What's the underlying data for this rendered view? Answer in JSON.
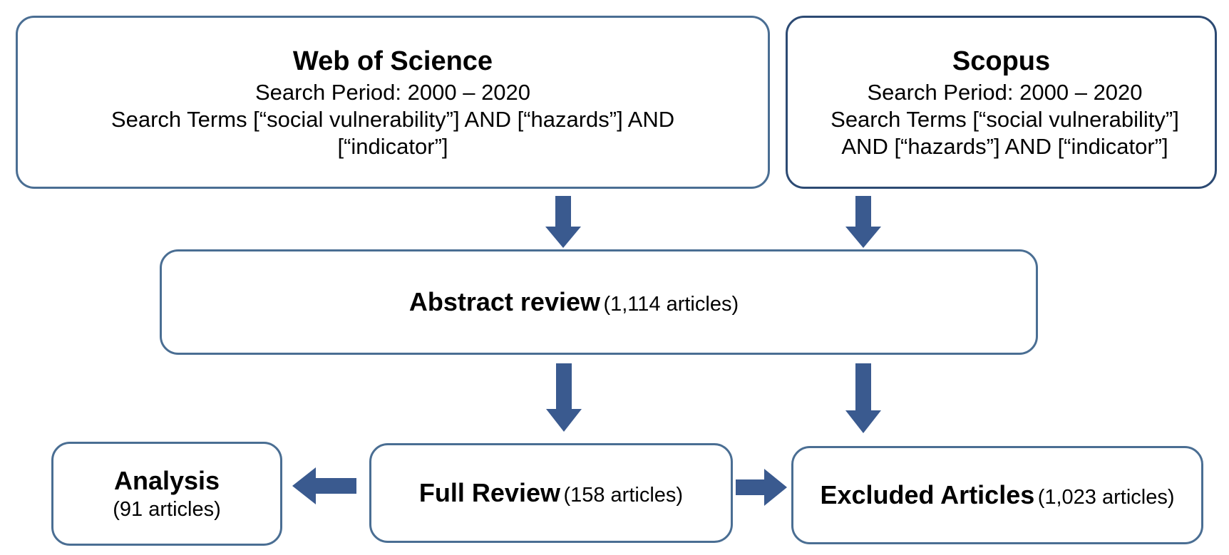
{
  "diagram": {
    "colors": {
      "box_border": "#4a6e93",
      "arrow_fill": "#3a5a8f"
    },
    "web_of_science": {
      "title": "Web of Science",
      "line1": "Search Period: 2000 – 2020",
      "line2": "Search Terms [“social vulnerability”] AND [“hazards”] AND",
      "line3": "[“indicator”]"
    },
    "scopus": {
      "title": "Scopus",
      "line1": "Search Period: 2000 – 2020",
      "line2": "Search Terms [“social vulnerability”]",
      "line3": "AND [“hazards”] AND [“indicator”]"
    },
    "abstract_review": {
      "title": "Abstract review",
      "count": "(1,114 articles)"
    },
    "analysis": {
      "title": "Analysis",
      "count": "(91 articles)"
    },
    "full_review": {
      "title": "Full Review",
      "count": "(158 articles)"
    },
    "excluded": {
      "title": "Excluded Articles",
      "count": "(1,023 articles)"
    }
  }
}
